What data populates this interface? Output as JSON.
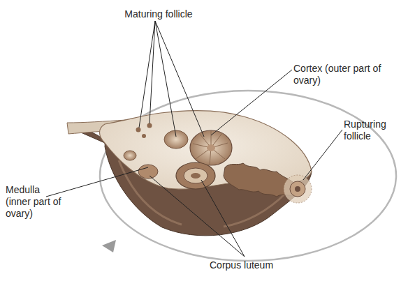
{
  "diagram": {
    "labels": [
      "Maturing follicle",
      "Cortex (outer part of ovary)",
      "Rupturing follicle",
      "Medulla (inner part of ovary)",
      "Corpus luteum"
    ]
  }
}
